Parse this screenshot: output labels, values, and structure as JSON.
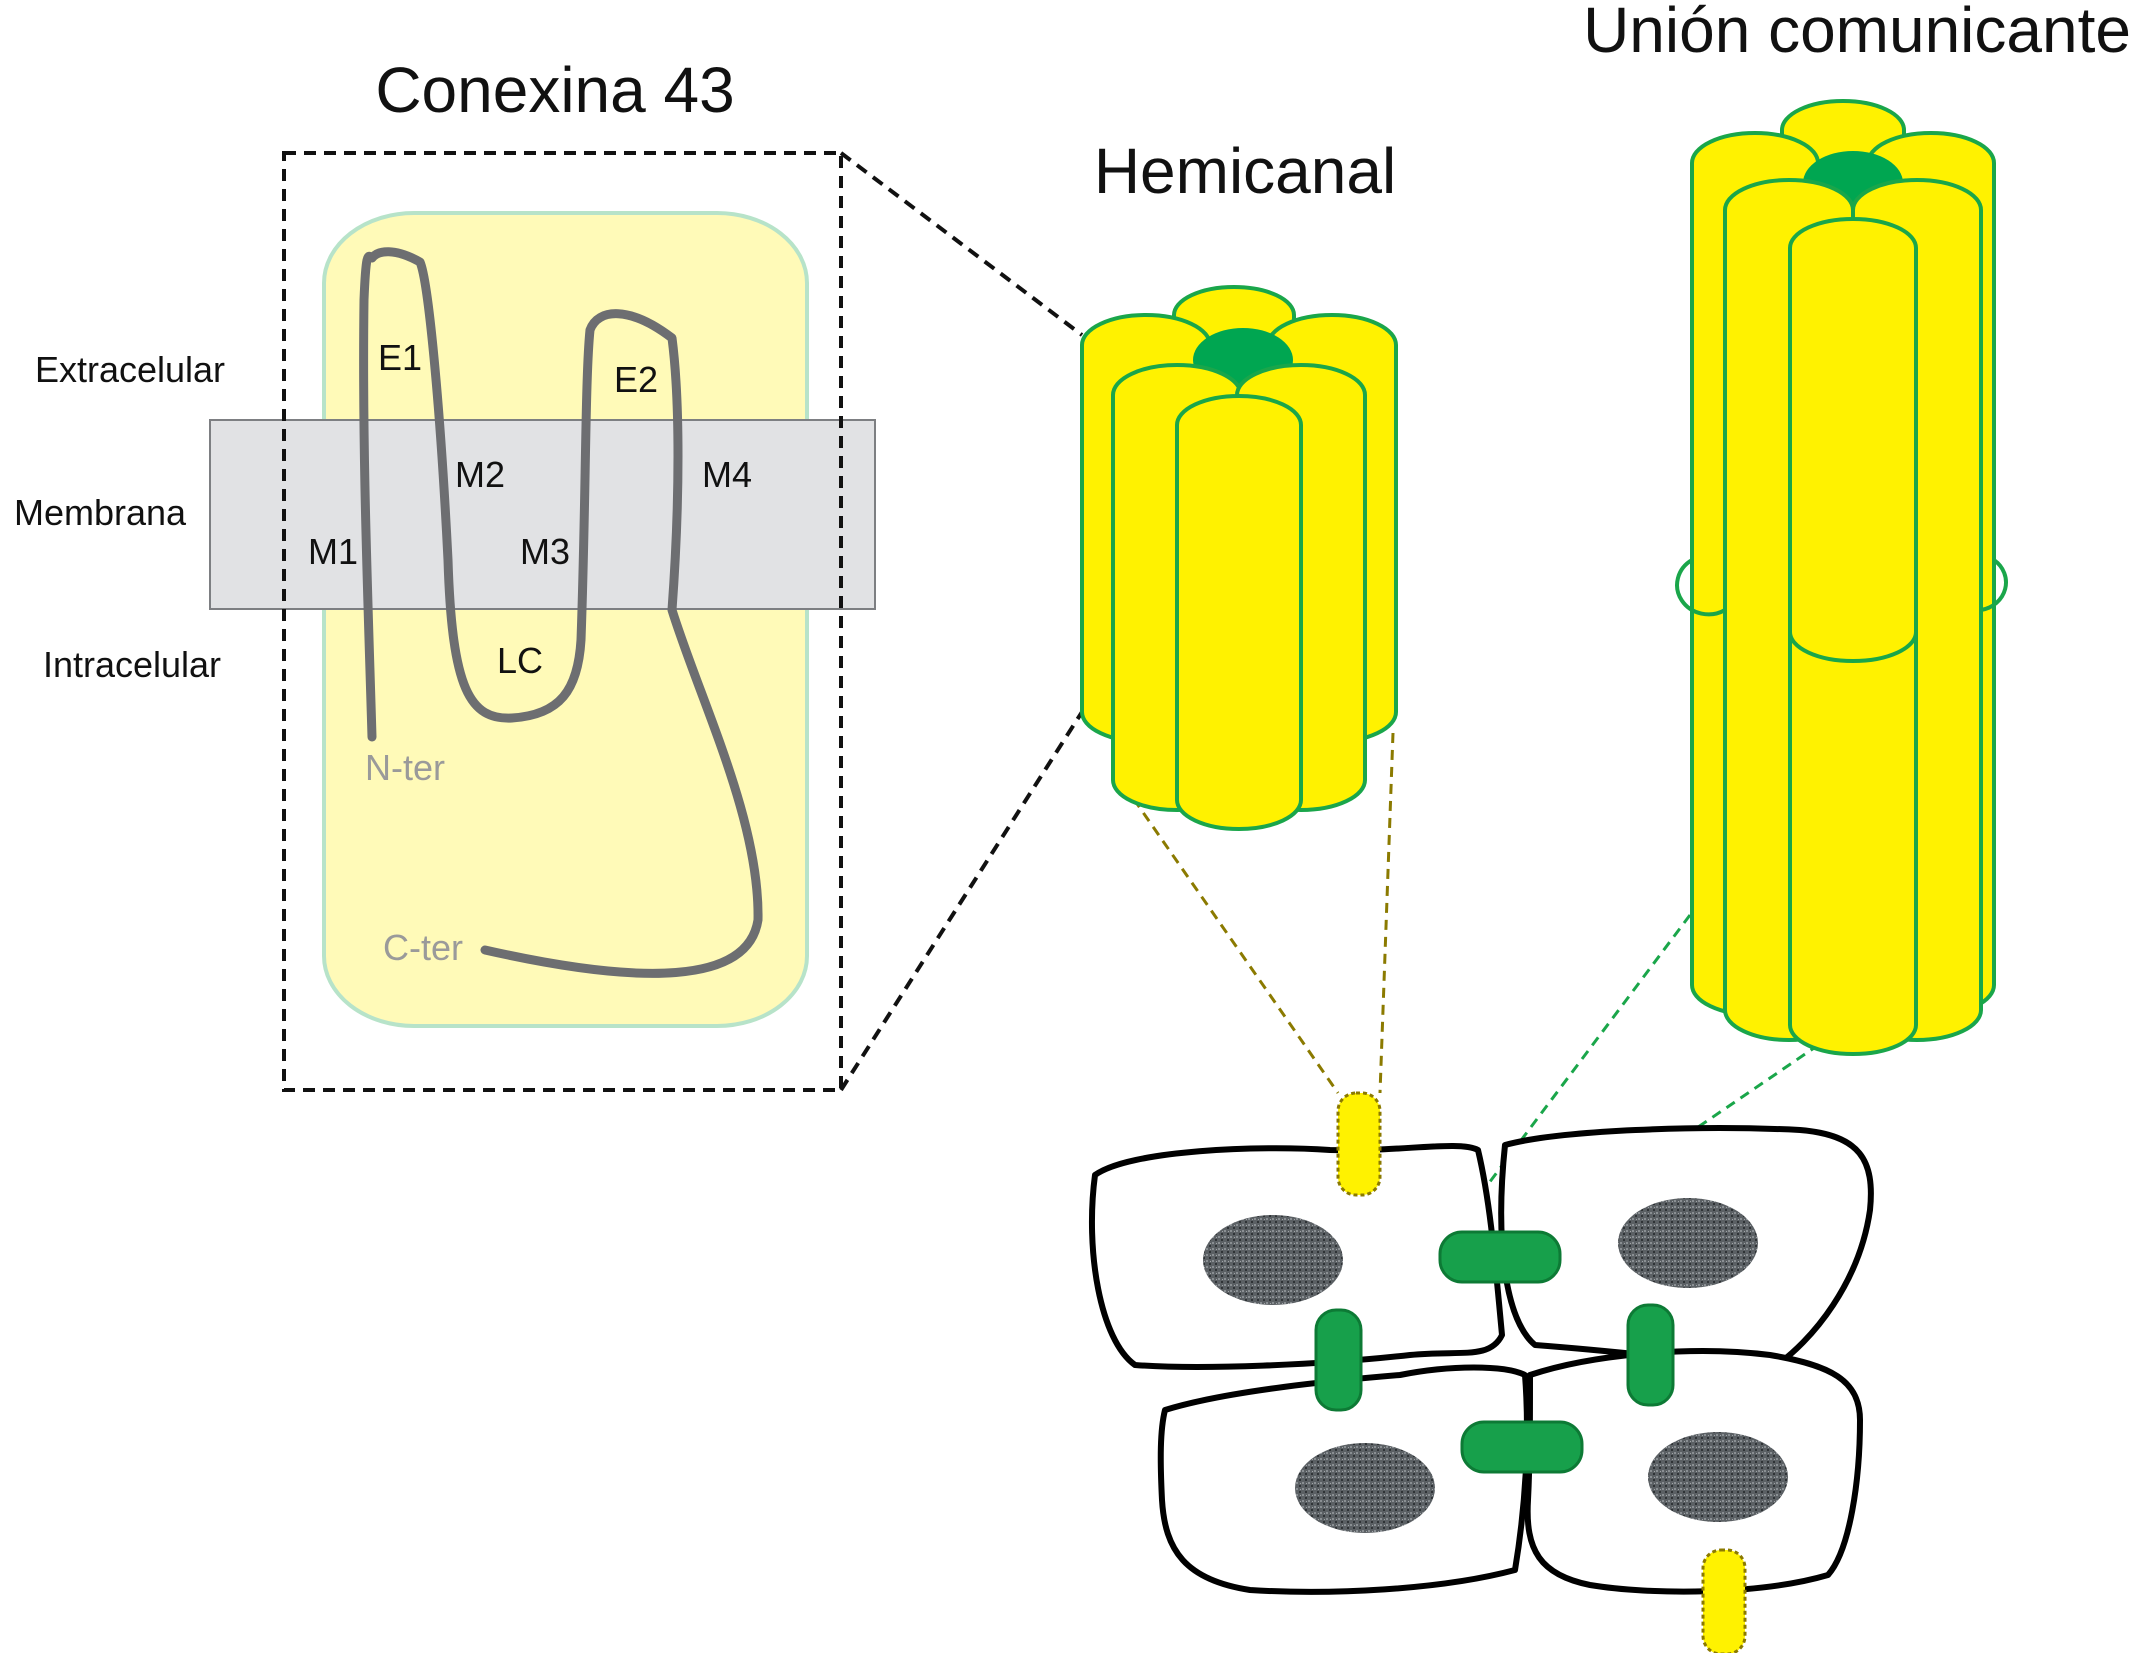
{
  "titles": {
    "connexin": "Conexina 43",
    "hemichannel": "Hemicanal",
    "gap_junction": "Unión comunicante"
  },
  "regions": {
    "extracellular": "Extracelular",
    "membrane": "Membrana",
    "intracellular": "Intracelular"
  },
  "segments": {
    "e1": "E1",
    "e2": "E2",
    "m1": "M1",
    "m2": "M2",
    "m3": "M3",
    "m4": "M4",
    "lc": "LC",
    "n_ter": "N-ter",
    "c_ter": "C-ter"
  },
  "colors": {
    "connexin_yellow": "#fff200",
    "pore_green": "#00a651",
    "outline_green": "#1aa64a",
    "protein_background": "#fffab8",
    "membrane_gray": "#e1e2e4",
    "protein_chain": "#6d6e71",
    "nucleus": "#5b6064",
    "gap_junction_plaque": "#17a04b"
  }
}
